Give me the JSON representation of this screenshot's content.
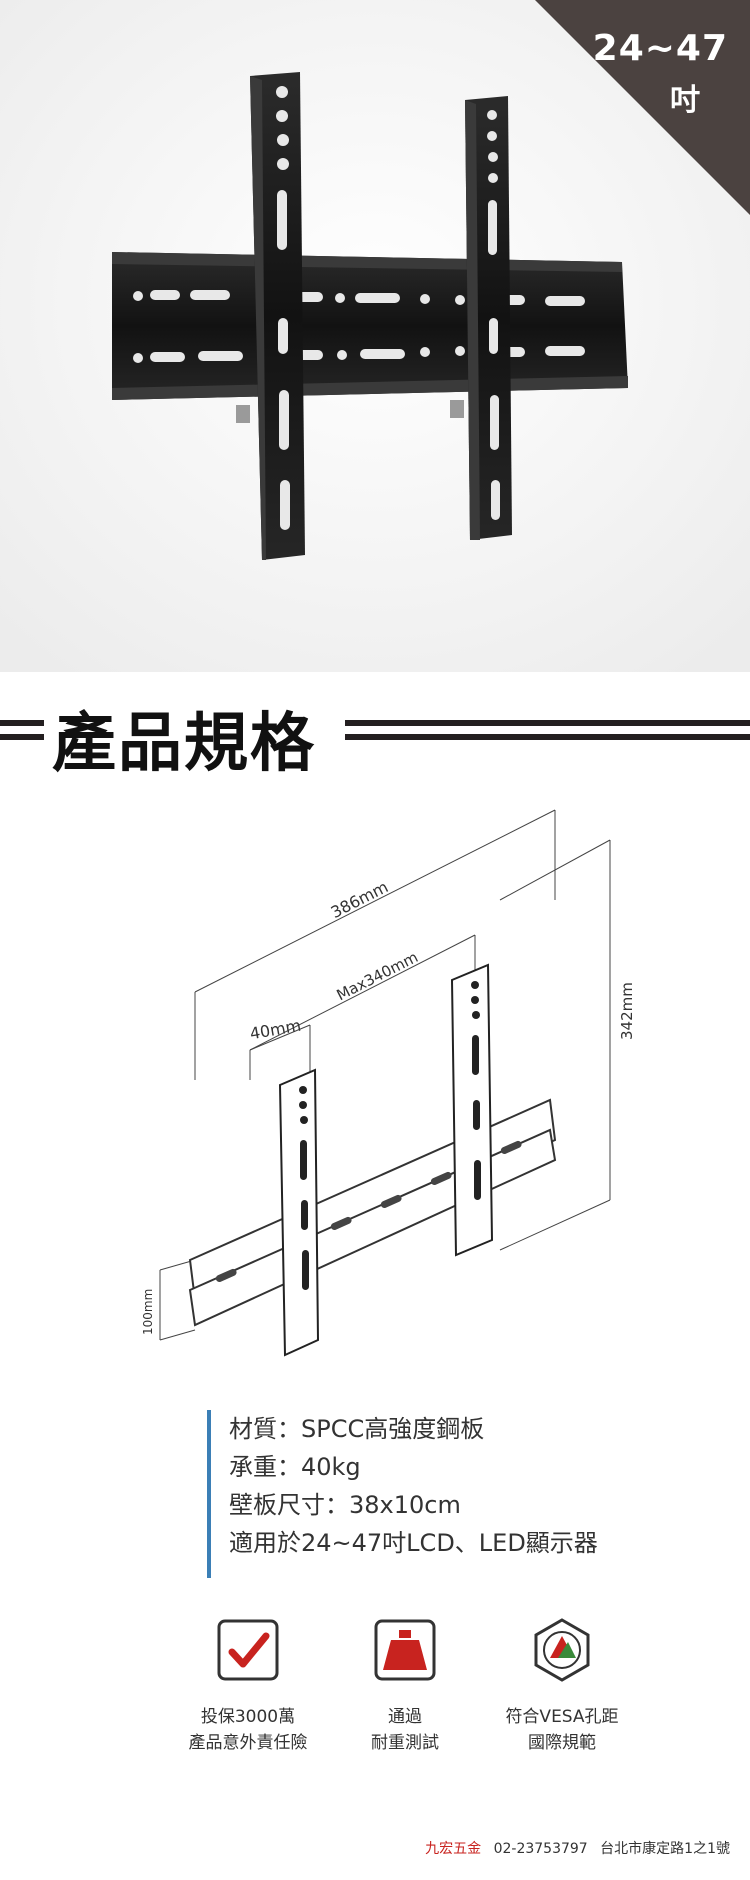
{
  "badge": {
    "size": "24~47",
    "unit": "吋"
  },
  "watermark": {
    "brand": "九宏五金",
    "phone": "(02)2375-3797"
  },
  "section": {
    "title": "產品規格"
  },
  "diagram": {
    "dim_386": "386mm",
    "dim_340": "Max340mm",
    "dim_40": "40mm",
    "dim_342": "342mm",
    "dim_100": "100mm"
  },
  "specs": [
    "材質：SPCC高強度鋼板",
    "承重：40kg",
    "壁板尺寸：38x10cm",
    "適用於24~47吋LCD、LED顯示器"
  ],
  "features": [
    {
      "line1": "投保3000萬",
      "line2": "產品意外責任險",
      "icon": "checkmark-icon"
    },
    {
      "line1": "通過",
      "line2": "耐重測試",
      "icon": "weight-icon"
    },
    {
      "line1": "符合VESA孔距",
      "line2": "國際規範",
      "icon": "vesa-seal-icon"
    }
  ],
  "footer": {
    "brand": "九宏五金",
    "phone": "02-23753797",
    "address": "台北市康定路1之1號"
  },
  "colors": {
    "badge_bg": "#4b4240",
    "accent_blue": "#3b7fb6",
    "accent_red": "#c8231f",
    "bar": "#231f20"
  }
}
